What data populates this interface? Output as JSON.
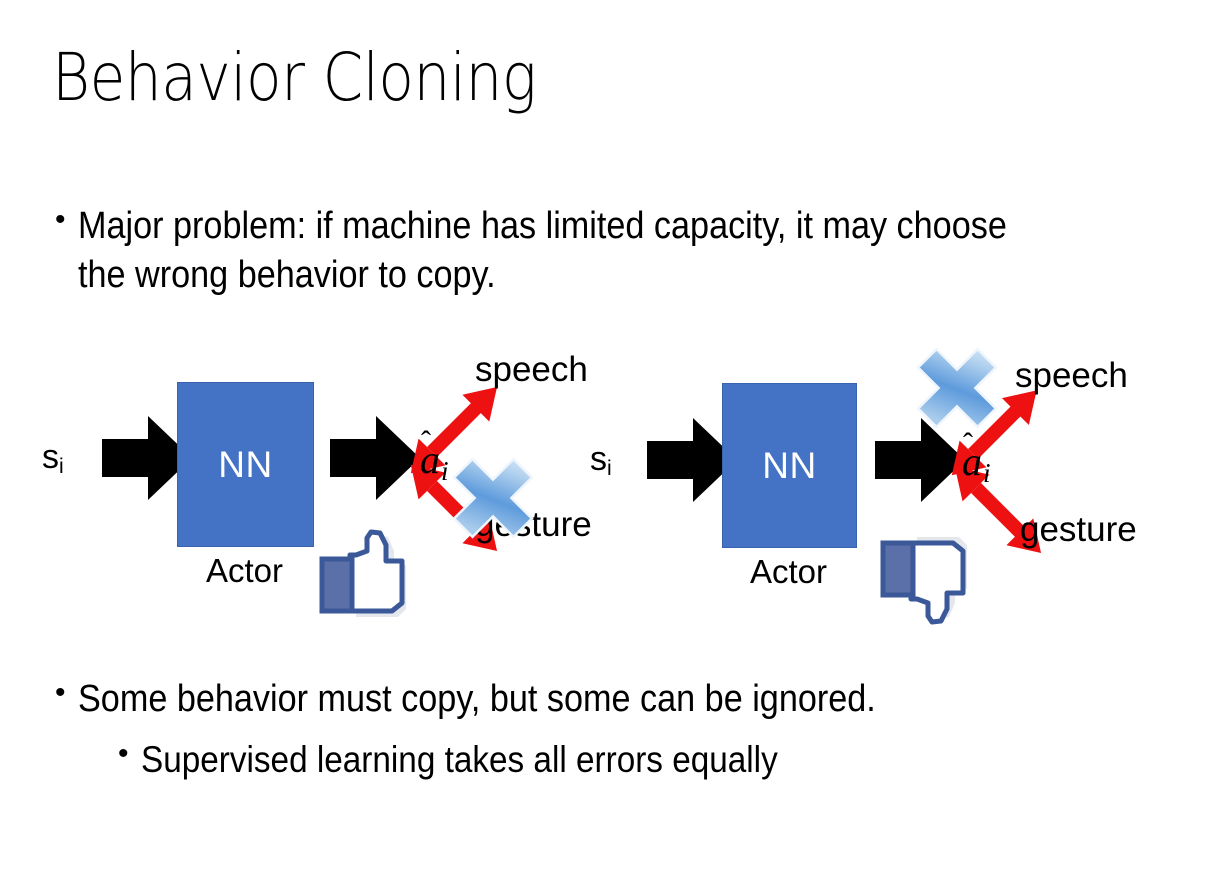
{
  "slide": {
    "title": "Behavior Cloning",
    "background_color": "#FFFFFF"
  },
  "bullets": {
    "top": {
      "marker": "•",
      "text": "Major problem: if machine has limited capacity, it may choose the wrong behavior to copy."
    },
    "bottom": [
      {
        "marker": "•",
        "text": "Some behavior must copy, but some can be ignored.",
        "level": 1
      },
      {
        "marker": "•",
        "text": "Supervised learning takes all errors equally",
        "level": 2
      }
    ]
  },
  "colors": {
    "nn_fill": "#4472C4",
    "nn_border": "#3A63AE",
    "nn_text": "#FFFFFF",
    "arrow_black": "#000000",
    "arrow_red": "#EE1111",
    "cross_blue_light": "#D6E6F7",
    "cross_blue_mid": "#6FA8DC",
    "cross_blue_dark": "#3D7CC9",
    "thumb_outline": "#3B5998",
    "thumb_fill": "#FFFFFF",
    "thumb_cuff": "#5B6FA8",
    "thumb_shadow": "#E4E7EC"
  },
  "diagrams": [
    {
      "id": "left",
      "state_label": "s",
      "state_subscript": "i",
      "box_label": "NN",
      "box_caption": "Actor",
      "action_label": "a",
      "action_subscript": "i",
      "action_hat": "ˆ",
      "branches": [
        {
          "name": "speech",
          "label": "speech",
          "direction": "up-right",
          "crossed": false
        },
        {
          "name": "gesture",
          "label": "gesture",
          "direction": "down-right",
          "crossed": true
        }
      ],
      "verdict_icon": "thumbs-up",
      "cross_icon": "blue-cross-icon"
    },
    {
      "id": "right",
      "state_label": "s",
      "state_subscript": "i",
      "box_label": "NN",
      "box_caption": "Actor",
      "action_label": "a",
      "action_subscript": "i",
      "action_hat": "ˆ",
      "branches": [
        {
          "name": "speech",
          "label": "speech",
          "direction": "up-right",
          "crossed": true
        },
        {
          "name": "gesture",
          "label": "gesture",
          "direction": "down-right",
          "crossed": false
        }
      ],
      "verdict_icon": "thumbs-down",
      "cross_icon": "blue-cross-icon"
    }
  ]
}
